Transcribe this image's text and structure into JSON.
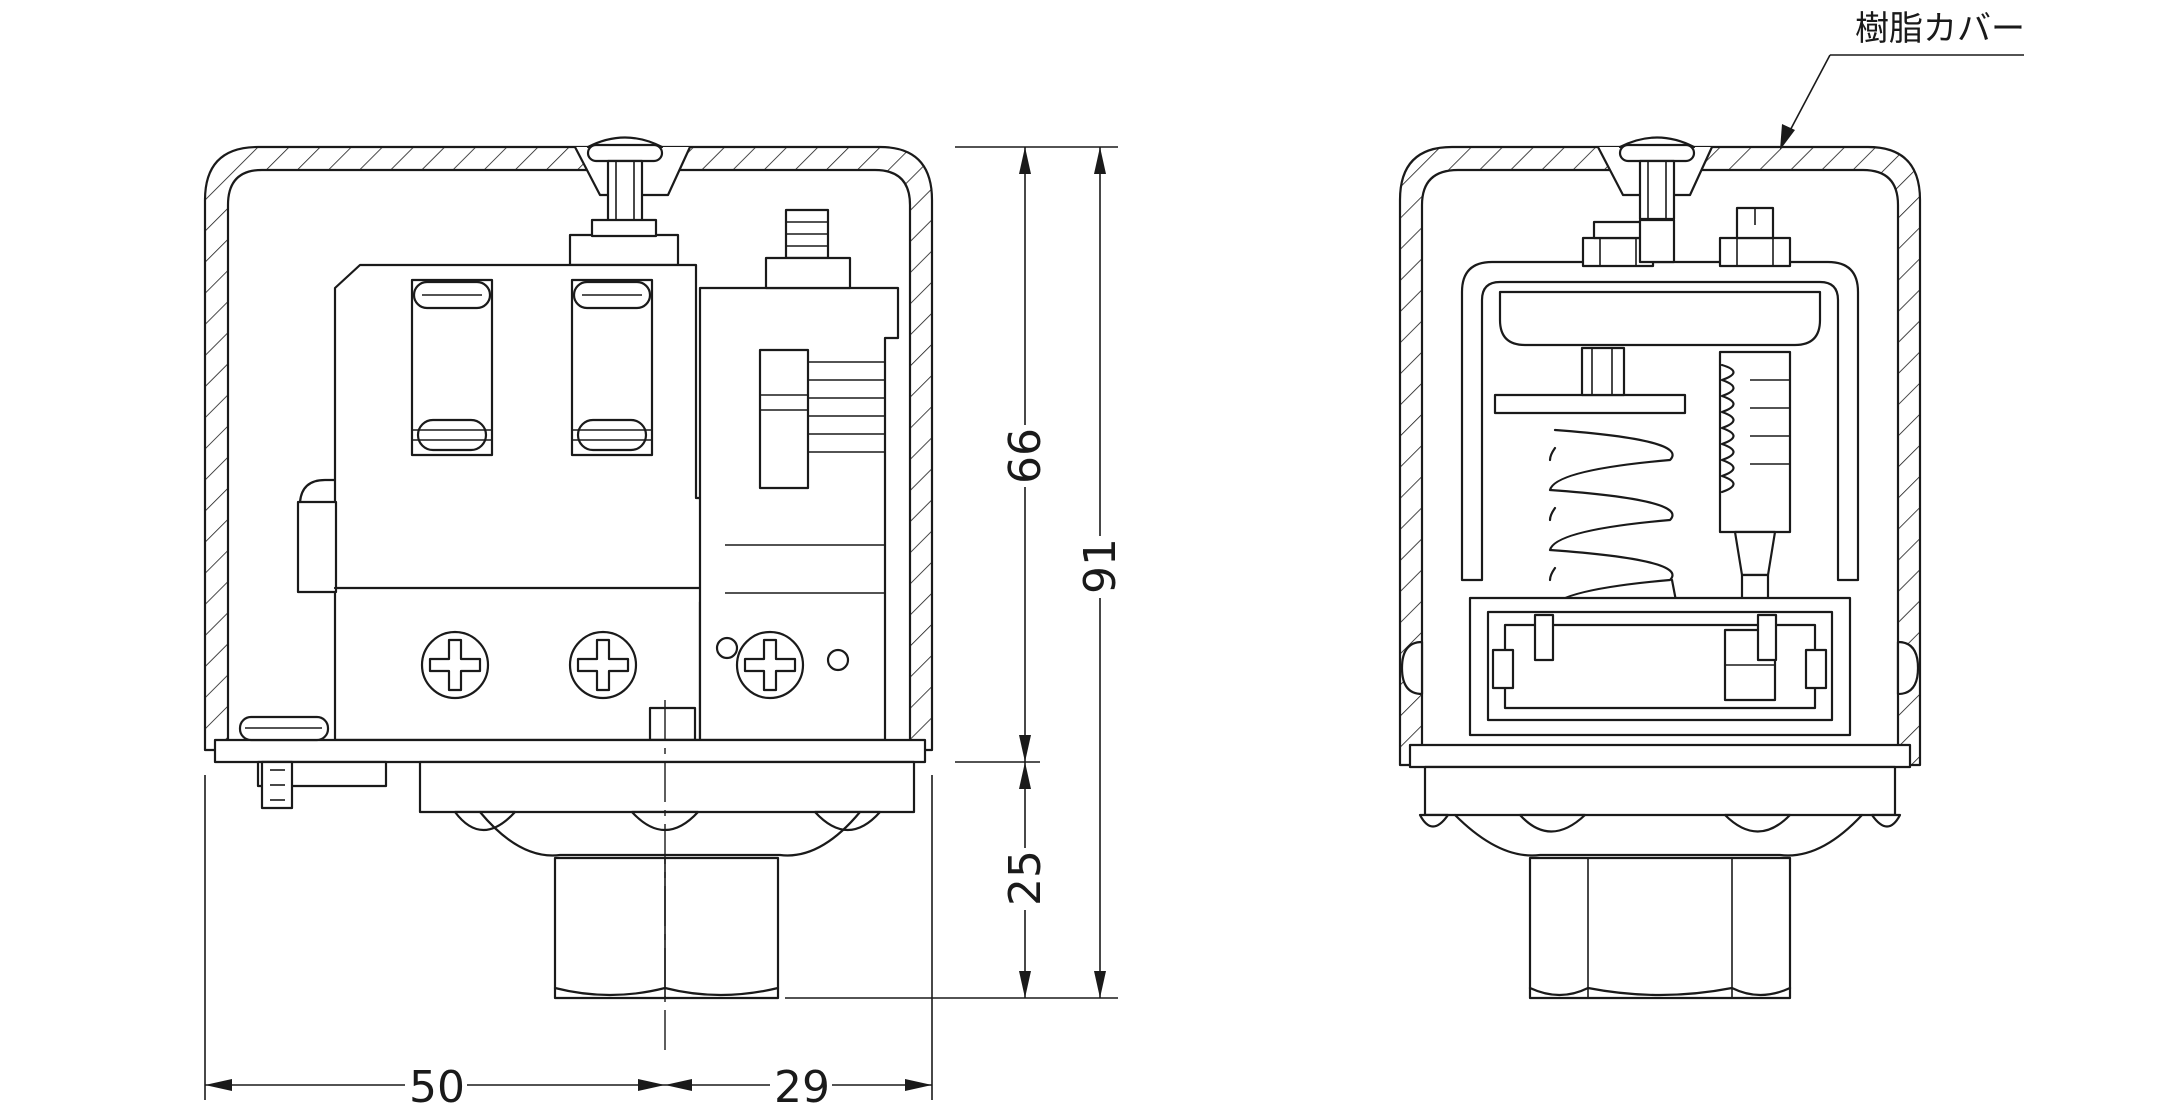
{
  "drawing": {
    "callout": {
      "label": "樹脂カバー"
    },
    "dimensions": {
      "width_left": "50",
      "width_right": "29",
      "height_upper": "66",
      "height_lower": "25",
      "height_total": "91"
    }
  },
  "colors": {
    "line": "#1a1a1a",
    "background": "#ffffff"
  }
}
